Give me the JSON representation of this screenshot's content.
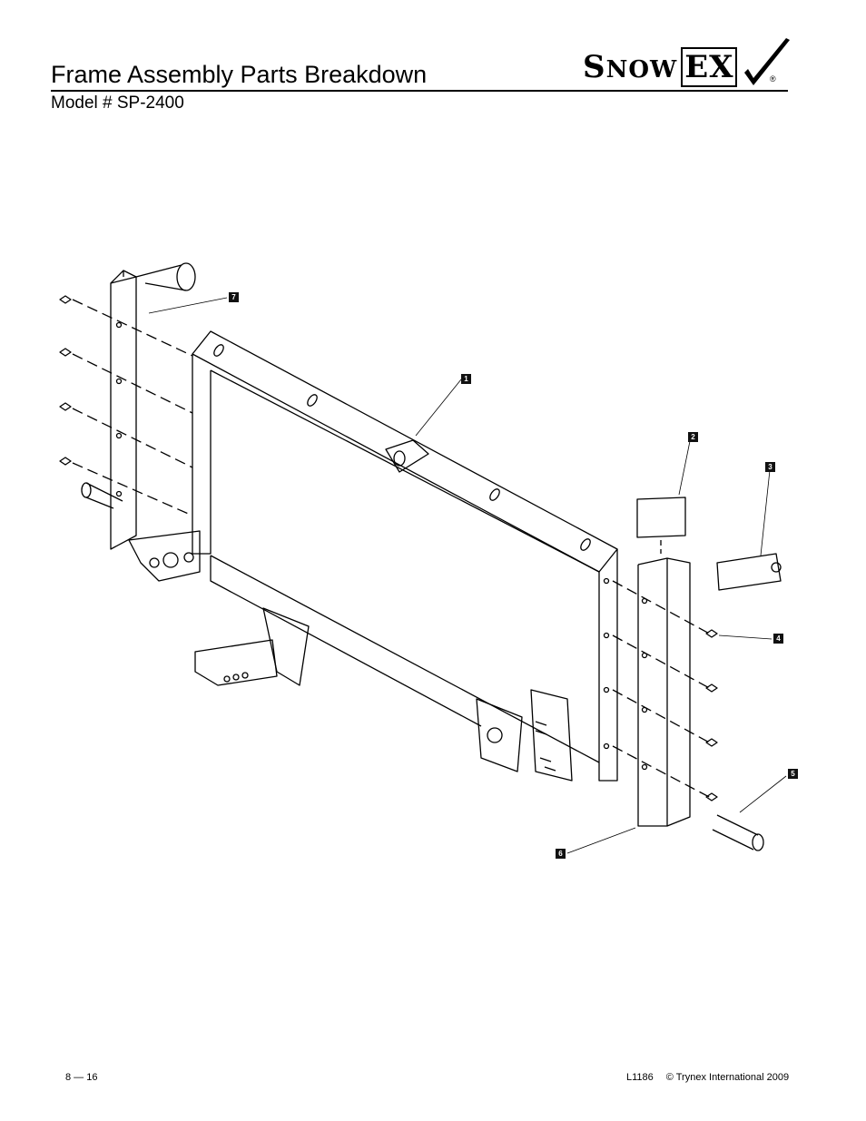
{
  "header": {
    "title": "Frame Assembly Parts Breakdown",
    "subtitle": "Model # SP-2400",
    "logo_text_big_s": "S",
    "logo_text_rest": "NOW",
    "logo_text_ex": "EX",
    "logo_mark": "®"
  },
  "callouts": [
    "1",
    "2",
    "3",
    "4",
    "5",
    "6",
    "7"
  ],
  "footer": {
    "page": "8 — 16",
    "doc_code": "L1186",
    "copyright": "© Trynex International 2009"
  }
}
